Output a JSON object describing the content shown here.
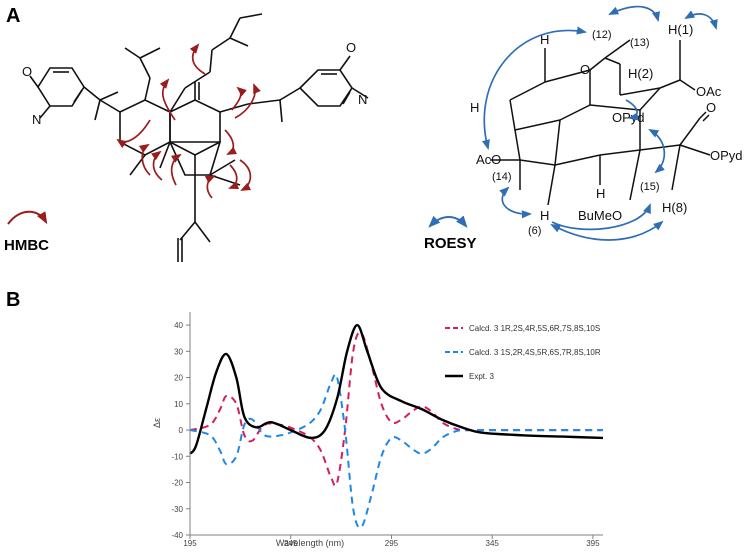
{
  "panels": {
    "a": {
      "letter": "A",
      "hmbc": {
        "label": "HMBC"
      },
      "roesy": {
        "label": "ROESY"
      },
      "labels": {
        "o_top_left": "O",
        "n_left": "N",
        "o_right_pyd": "O",
        "n_right": "N",
        "r_h": "H",
        "r_o": "O",
        "r_h1": "H(1)",
        "r_h2": "H(2)",
        "r_oac_right": "OAc",
        "r_opyd_top": "OPyd",
        "r_ketone_o": "O",
        "r_opyd_right": "OPyd",
        "r_aco": "AcO",
        "r_n12": "(12)",
        "r_n13": "(13)",
        "r_n14": "(14)",
        "r_n15": "(15)",
        "r_h_left": "H",
        "r_h_mid": "H",
        "r_h6": "H",
        "r_n6": "(6)",
        "r_bumeo": "BuMeO",
        "r_h8": "H(8)"
      }
    },
    "b": {
      "letter": "B"
    }
  },
  "colors": {
    "hmbc_arrow": "#9b1c1c",
    "roesy_arrow": "#2f6db5",
    "expt": "#000000",
    "calcd_r": "#d81b60",
    "calcd_s": "#1e88e5",
    "axis": "#808080"
  },
  "chart_data": {
    "type": "line",
    "title": "",
    "xlabel": "Wavelength (nm)",
    "ylabel": "Δε",
    "xlim": [
      195,
      400
    ],
    "ylim": [
      -40,
      45
    ],
    "xticks": [
      195,
      245,
      295,
      345,
      395
    ],
    "yticks": [
      40,
      30,
      20,
      10,
      0,
      -10,
      -20,
      -30,
      -40
    ],
    "grid": false,
    "legend_position": "top-right",
    "series": [
      {
        "name": "Calcd. 3 1R,2S,4R,5S,6R,7S,8S,10S",
        "color": "#d81b60",
        "style": "dashed",
        "x": [
          195,
          205,
          210,
          213,
          218,
          222,
          226,
          232,
          240,
          248,
          255,
          260,
          265,
          268,
          272,
          276,
          280,
          285,
          290,
          295,
          300,
          305,
          310,
          315,
          320,
          325,
          330,
          340,
          400
        ],
        "y": [
          0,
          2,
          8,
          13,
          10,
          -2,
          -4,
          2,
          2,
          0,
          -3,
          -8,
          -18,
          -20,
          0,
          30,
          37,
          25,
          10,
          3,
          4,
          7,
          9,
          7,
          3,
          1,
          0,
          0,
          0
        ]
      },
      {
        "name": "Calcd. 3 1S,2R,4S,5R,6S,7R,8S,10R",
        "color": "#1e88e5",
        "style": "dashed",
        "x": [
          195,
          205,
          210,
          213,
          218,
          222,
          226,
          232,
          240,
          248,
          255,
          260,
          265,
          268,
          272,
          276,
          280,
          285,
          290,
          295,
          300,
          305,
          310,
          315,
          320,
          325,
          330,
          340,
          400
        ],
        "y": [
          0,
          -2,
          -8,
          -13,
          -10,
          2,
          4,
          -2,
          -2,
          0,
          3,
          8,
          18,
          20,
          0,
          -30,
          -37,
          -25,
          -10,
          -3,
          -4,
          -7,
          -9,
          -7,
          -3,
          -1,
          0,
          0,
          0
        ]
      },
      {
        "name": "Expt. 3",
        "color": "#000000",
        "style": "solid",
        "x": [
          195,
          198,
          203,
          208,
          213,
          218,
          222,
          228,
          235,
          245,
          255,
          262,
          268,
          273,
          278,
          283,
          290,
          300,
          310,
          320,
          330,
          340,
          360,
          380,
          400
        ],
        "y": [
          -9,
          -6,
          8,
          22,
          29,
          20,
          5,
          1,
          3,
          0,
          -3,
          0,
          12,
          30,
          40,
          30,
          16,
          11,
          8,
          4,
          1,
          -1,
          -2,
          -2.5,
          -3
        ]
      }
    ]
  }
}
